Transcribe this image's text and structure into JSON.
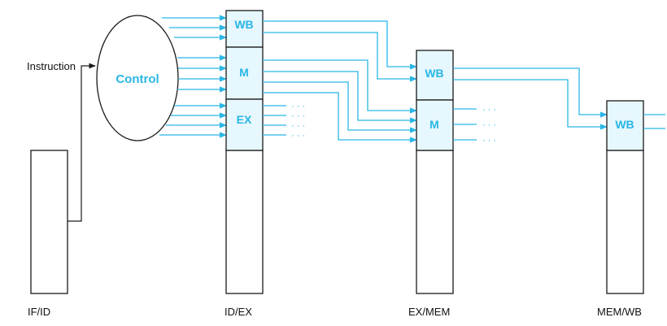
{
  "instruction_label": "Instruction",
  "control_label": "Control",
  "registers": {
    "if_id": "IF/ID",
    "id_ex": "ID/EX",
    "ex_mem": "EX/MEM",
    "mem_wb": "MEM/WB"
  },
  "fields": {
    "wb": "WB",
    "m": "M",
    "ex": "EX"
  },
  "ellipsis": "· · ·",
  "colors": {
    "signal": "#29b6e6",
    "field_fill": "#e6f7fd",
    "line": "#1a1a1a"
  }
}
